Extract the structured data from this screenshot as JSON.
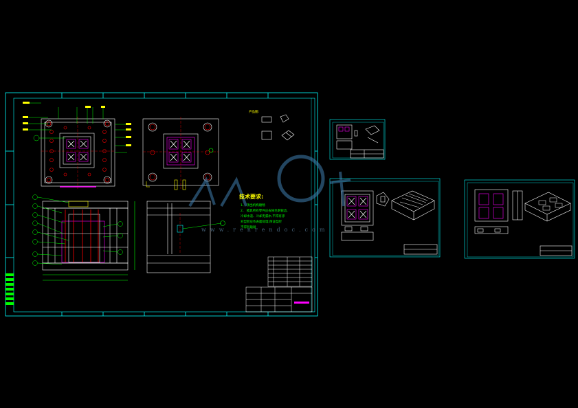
{
  "colors": {
    "background": "#000000",
    "frame": "#00ffff",
    "geometry": "#ffffff",
    "hole": "#ff0000",
    "accent": "#ff00ff",
    "dimension": "#00ff00",
    "title_text": "#ffff00",
    "watermark": "#4f8fbf"
  },
  "sheets": {
    "main": {
      "name": "main-assembly-sheet"
    },
    "detail_a": {
      "name": "detail-sheet-a"
    },
    "detail_b": {
      "name": "detail-sheet-b"
    },
    "detail_c": {
      "name": "detail-sheet-c"
    }
  },
  "notes": {
    "part_label": "产品图:",
    "tech_title": "技术要求:",
    "lines": [
      "1、 顶出机构顺畅",
      "2、 模具所有零件应去除毛刺锐边,",
      "  冷却水道、冷却无漏水,不得有渗",
      "  对型腔应作表面处理,保证型腔",
      "  不得有磕碰"
    ]
  },
  "watermark": {
    "text": "www.renrendoc.com",
    "logo_text": "人人文库"
  }
}
